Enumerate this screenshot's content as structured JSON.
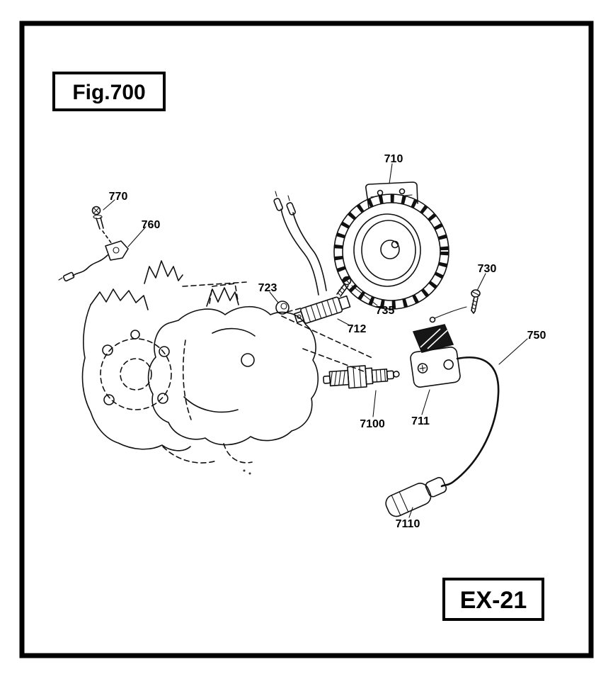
{
  "figure": {
    "label": "Fig.700",
    "page_code": "EX-21"
  },
  "part_labels": {
    "p710": "710",
    "p711": "711",
    "p712": "712",
    "p723": "723",
    "p730": "730",
    "p735": "735",
    "p750": "750",
    "p760": "760",
    "p770": "770",
    "p7100": "7100",
    "p7110": "7110"
  }
}
